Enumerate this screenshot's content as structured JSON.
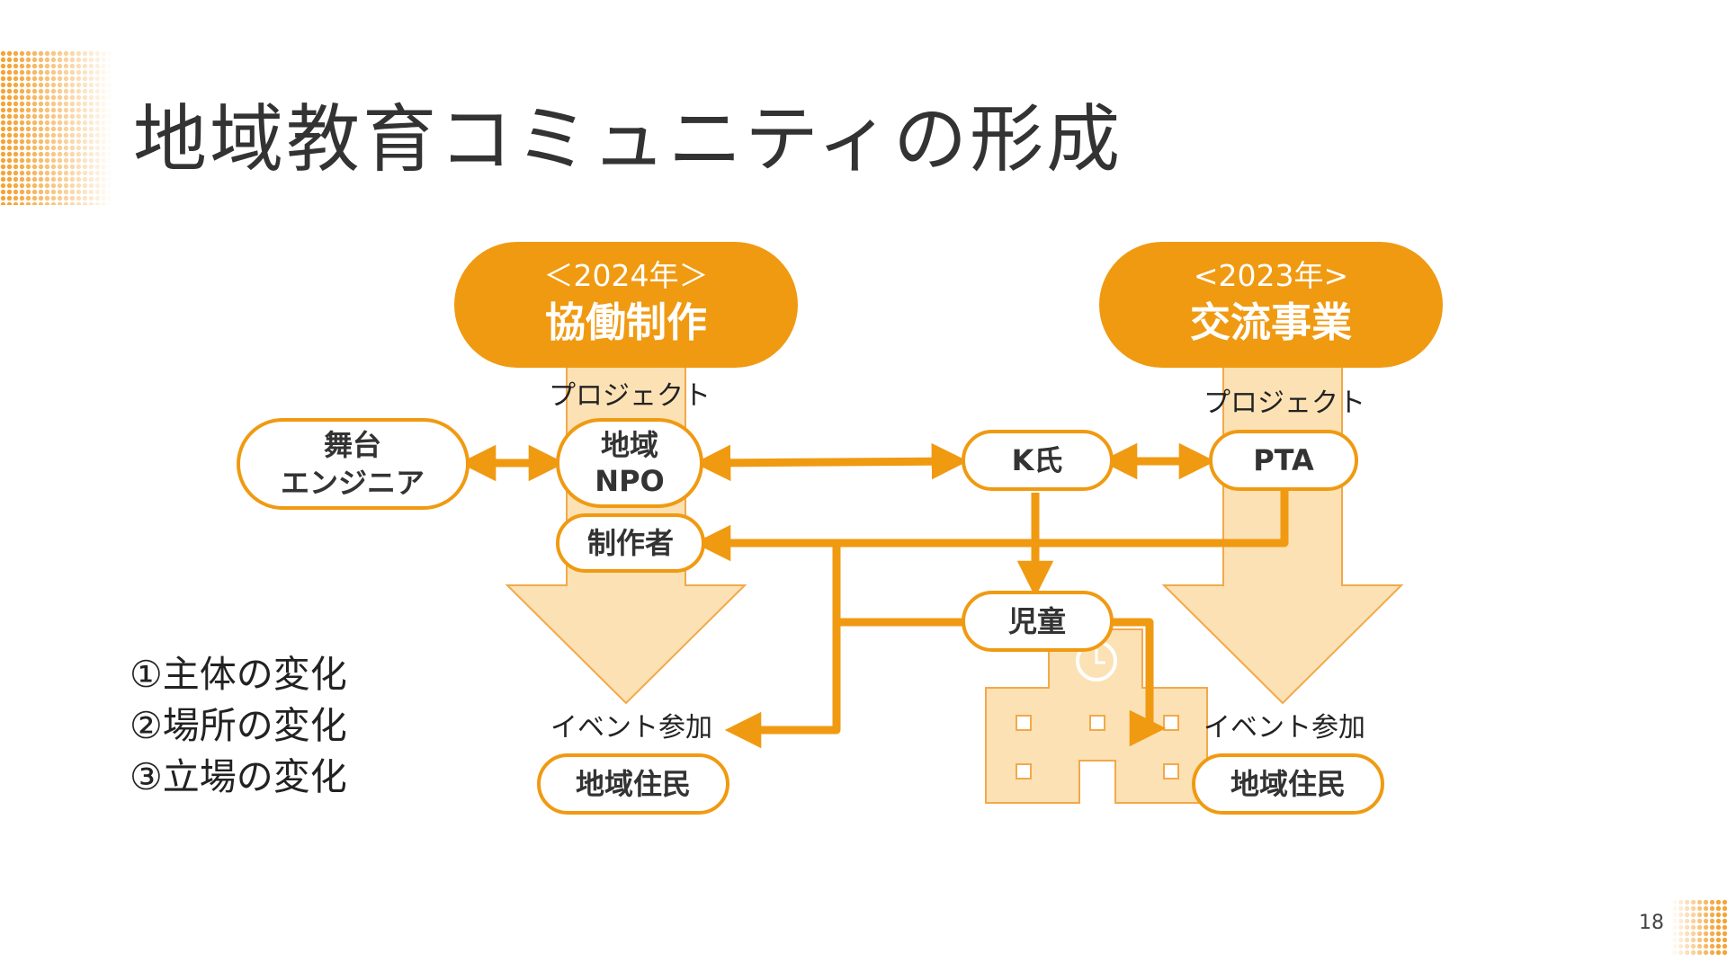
{
  "slide": {
    "title": "地域教育コミュニティの形成",
    "page_number": "18"
  },
  "projects": {
    "left": {
      "year": "＜2024年＞",
      "name": "協働制作",
      "label": "プロジェクト"
    },
    "right": {
      "year": "<2023年>",
      "name": "交流事業",
      "label": "プロジェクト"
    }
  },
  "nodes": {
    "stage_engineer": {
      "line1": "舞台",
      "line2": "エンジニア"
    },
    "local_npo": {
      "line1": "地域",
      "line2": "NPO"
    },
    "creator": "制作者",
    "mr_k": "K氏",
    "pta": "PTA",
    "children": "児童",
    "residents_left": "地域住民",
    "residents_right": "地域住民"
  },
  "labels": {
    "event_left": "イベント参加",
    "event_right": "イベント参加"
  },
  "changes": [
    "①主体の変化",
    "②場所の変化",
    "③立場の変化"
  ],
  "colors": {
    "accent": "#f09a12",
    "light_fill": "#fbe1b4",
    "text": "#333333"
  }
}
